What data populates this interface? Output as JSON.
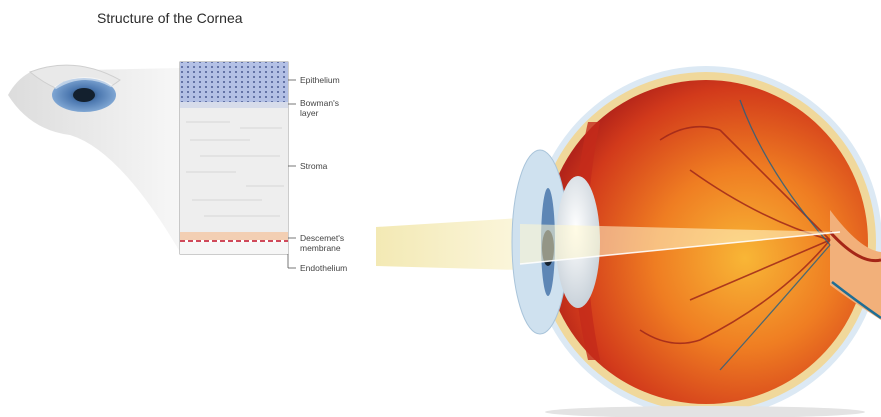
{
  "title": "Structure of the Cornea",
  "layers": {
    "epithelium": "Epithelium",
    "bowmans_line1": "Bowman's",
    "bowmans_line2": "layer",
    "stroma": "Stroma",
    "descemets_line1": "Descemet's",
    "descemets_line2": "membrane",
    "endothelium": "Endothelium"
  },
  "colors": {
    "epithelium": "#aab8df",
    "stroma": "#efefef",
    "descemet": "#e8a0a6",
    "eye_red": "#d2331b",
    "eye_orange": "#f39a2a",
    "light_beam": "#f6efc0"
  }
}
